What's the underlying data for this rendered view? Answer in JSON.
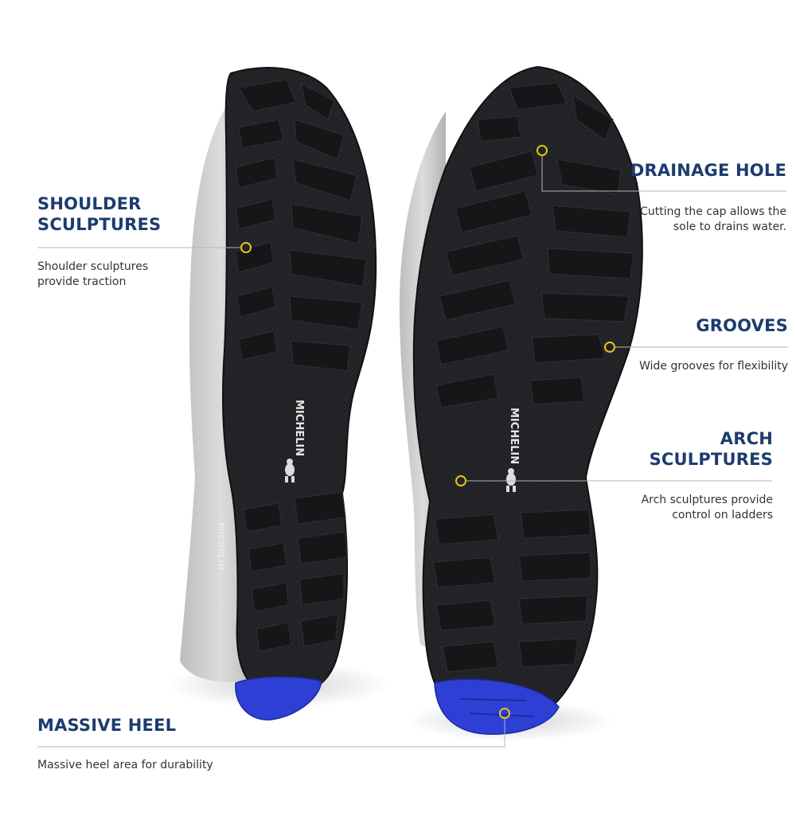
{
  "colors": {
    "heading": "#1c3c6e",
    "body_text": "#333333",
    "marker": "#e6c619",
    "leader_line": "#b5b5b5",
    "sole_rubber": "#1b1c1e",
    "midsole": "#c8c8c8",
    "heel_insert": "#2e3fd6"
  },
  "callouts": [
    {
      "id": "shoulder_sculptures",
      "title": "SHOULDER\nSCULPTURES",
      "description": "Shoulder sculptures\nprovide traction"
    },
    {
      "id": "drainage_hole",
      "title": "DRAINAGE HOLE",
      "description": "Cutting the cap allows the\nsole to drains water."
    },
    {
      "id": "grooves",
      "title": "GROOVES",
      "description": "Wide grooves for flexibility"
    },
    {
      "id": "arch_sculptures",
      "title": "ARCH\nSCULPTURES",
      "description": "Arch sculptures provide\ncontrol on ladders"
    },
    {
      "id": "massive_heel",
      "title": "MASSIVE HEEL",
      "description": "Massive heel area for durability"
    }
  ],
  "sole": {
    "brand": "MICHELIN",
    "icon": "michelin-man-logo-icon"
  }
}
